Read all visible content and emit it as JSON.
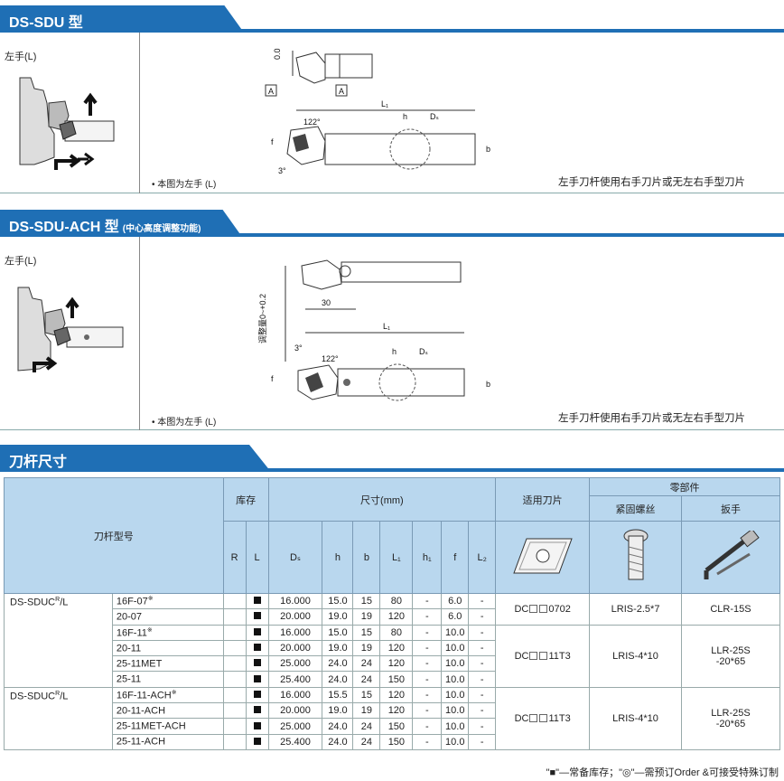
{
  "section1": {
    "title": "DS-SDU 型",
    "side_label": "左手(L)",
    "figure_caption": "• 本图为左手 (L)",
    "description": "左手刀杆使用右手刀片或无左右手型刀片",
    "dim_labels": {
      "zero": "0.0",
      "a1": "A",
      "a2": "A",
      "l1": "L₁",
      "h": "h",
      "ds": "Dₛ",
      "angle": "122°",
      "f": "f",
      "b": "b",
      "three": "3°"
    }
  },
  "section2": {
    "title": "DS-SDU-ACH 型",
    "title_note": "(中心高度调整功能)",
    "side_label": "左手(L)",
    "figure_caption": "• 本图为左手 (L)",
    "description": "左手刀杆使用右手刀片或无左右手型刀片",
    "dim_labels": {
      "adjust": "调整量0~+0.2",
      "thirty": "30",
      "l1": "L₁",
      "h": "h",
      "ds": "Dₛ",
      "three": "3°",
      "angle": "122°",
      "f": "f",
      "b": "b"
    }
  },
  "section3": {
    "title": "刀杆尺寸"
  },
  "table": {
    "headers": {
      "model": "刀杆型号",
      "stock": "库存",
      "dims": "尺寸(mm)",
      "insert": "适用刀片",
      "parts": "零部件",
      "screw": "紧固螺丝",
      "wrench": "扳手",
      "r": "R",
      "l": "L",
      "ds": "Dₛ",
      "h": "h",
      "b": "b",
      "l1": "L₁",
      "h1": "h₁",
      "f": "f",
      "l2": "L₂"
    },
    "group1": {
      "model_prefix": "DS-SDUC",
      "model_sup": "R",
      "model_suffix": "/L",
      "rows": [
        {
          "sub": "16F-07",
          "mark": "※",
          "ds": "16.000",
          "h": "15.0",
          "b": "15",
          "l1": "80",
          "h1": "-",
          "f": "6.0",
          "l2": "-"
        },
        {
          "sub": "20-07",
          "mark": "",
          "ds": "20.000",
          "h": "19.0",
          "b": "19",
          "l1": "120",
          "h1": "-",
          "f": "6.0",
          "l2": "-"
        },
        {
          "sub": "16F-11",
          "mark": "※",
          "ds": "16.000",
          "h": "15.0",
          "b": "15",
          "l1": "80",
          "h1": "-",
          "f": "10.0",
          "l2": "-"
        },
        {
          "sub": "20-11",
          "mark": "",
          "ds": "20.000",
          "h": "19.0",
          "b": "19",
          "l1": "120",
          "h1": "-",
          "f": "10.0",
          "l2": "-"
        },
        {
          "sub": "25-11MET",
          "mark": "",
          "ds": "25.000",
          "h": "24.0",
          "b": "24",
          "l1": "120",
          "h1": "-",
          "f": "10.0",
          "l2": "-"
        },
        {
          "sub": "25-11",
          "mark": "",
          "ds": "25.400",
          "h": "24.0",
          "b": "24",
          "l1": "150",
          "h1": "-",
          "f": "10.0",
          "l2": "-"
        }
      ],
      "insert_a_pre": "DC",
      "insert_a_post": "0702",
      "screw_a": "LRIS-2.5*7",
      "wrench_a": "CLR-15S",
      "insert_b_pre": "DC",
      "insert_b_post": "11T3",
      "screw_b": "LRIS-4*10",
      "wrench_b1": "LLR-25S",
      "wrench_b2": "-20*65"
    },
    "group2": {
      "model_prefix": "DS-SDUC",
      "model_sup": "R",
      "model_suffix": "/L",
      "rows": [
        {
          "sub": "16F-11-ACH",
          "mark": "※",
          "ds": "16.000",
          "h": "15.5",
          "b": "15",
          "l1": "120",
          "h1": "-",
          "f": "10.0",
          "l2": "-"
        },
        {
          "sub": "20-11-ACH",
          "mark": "",
          "ds": "20.000",
          "h": "19.0",
          "b": "19",
          "l1": "120",
          "h1": "-",
          "f": "10.0",
          "l2": "-"
        },
        {
          "sub": "25-11MET-ACH",
          "mark": "",
          "ds": "25.000",
          "h": "24.0",
          "b": "24",
          "l1": "150",
          "h1": "-",
          "f": "10.0",
          "l2": "-"
        },
        {
          "sub": "25-11-ACH",
          "mark": "",
          "ds": "25.400",
          "h": "24.0",
          "b": "24",
          "l1": "150",
          "h1": "-",
          "f": "10.0",
          "l2": "-"
        }
      ],
      "insert_pre": "DC",
      "insert_post": "11T3",
      "screw": "LRIS-4*10",
      "wrench1": "LLR-25S",
      "wrench2": "-20*65"
    }
  },
  "footnote": "\"■\"—常备库存；\"◎\"—需预订Order  &可接受特殊订制",
  "colors": {
    "accent": "#1f6fb5",
    "header_bg": "#b9d7ee"
  }
}
